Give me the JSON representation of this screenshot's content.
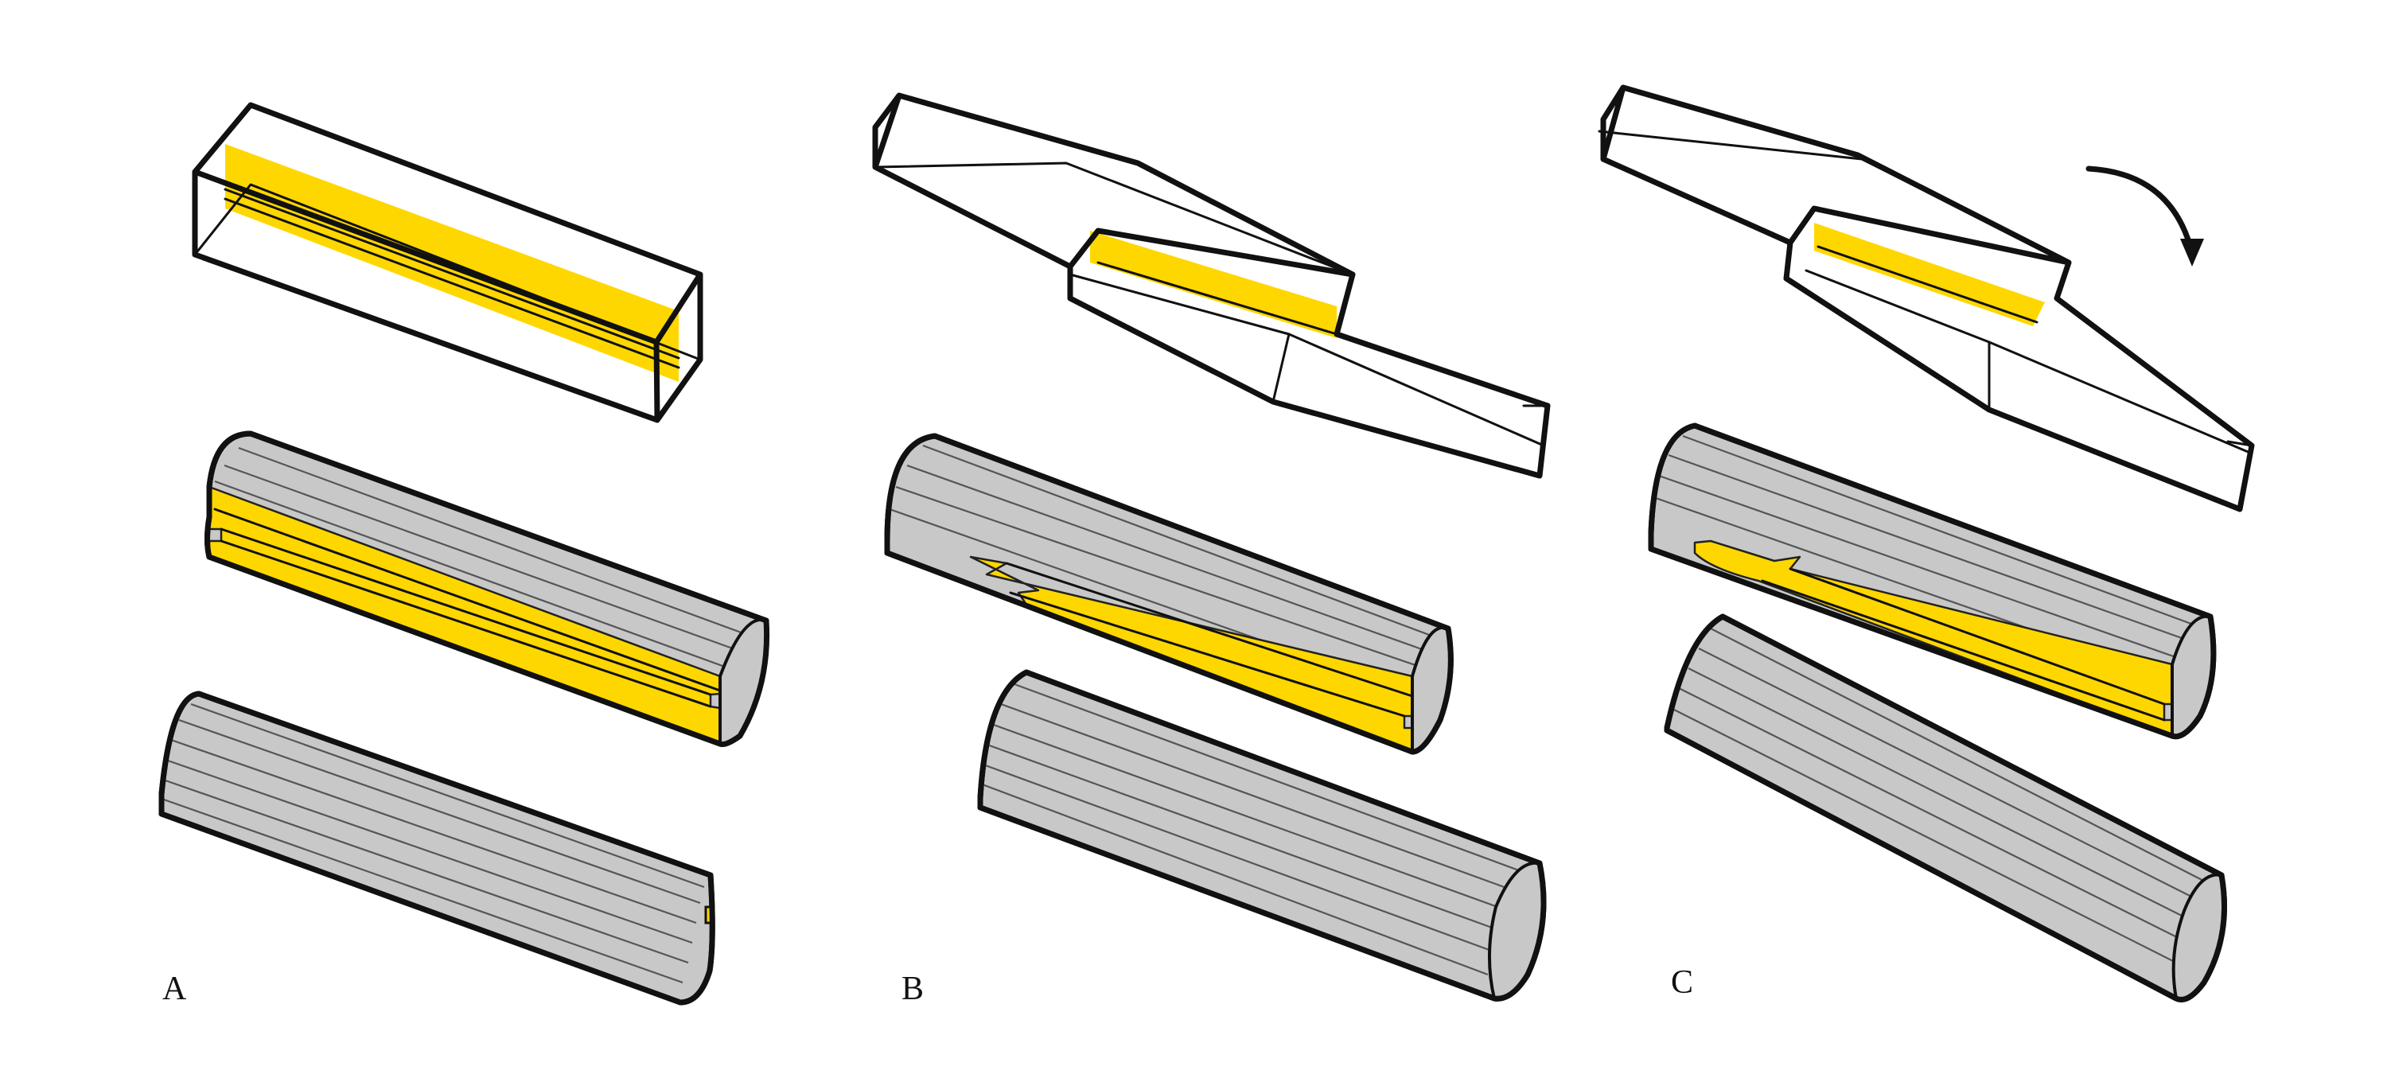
{
  "panels": [
    {
      "label": "A"
    },
    {
      "label": "B"
    },
    {
      "label": "C"
    }
  ],
  "colors": {
    "cut_fill": "#FFD700",
    "wood_fill": "#C8C8C8",
    "outline": "#111111",
    "grain_line": "#555555",
    "background": "#FFFFFF"
  },
  "icons": [
    "rotation-arrow-icon"
  ]
}
